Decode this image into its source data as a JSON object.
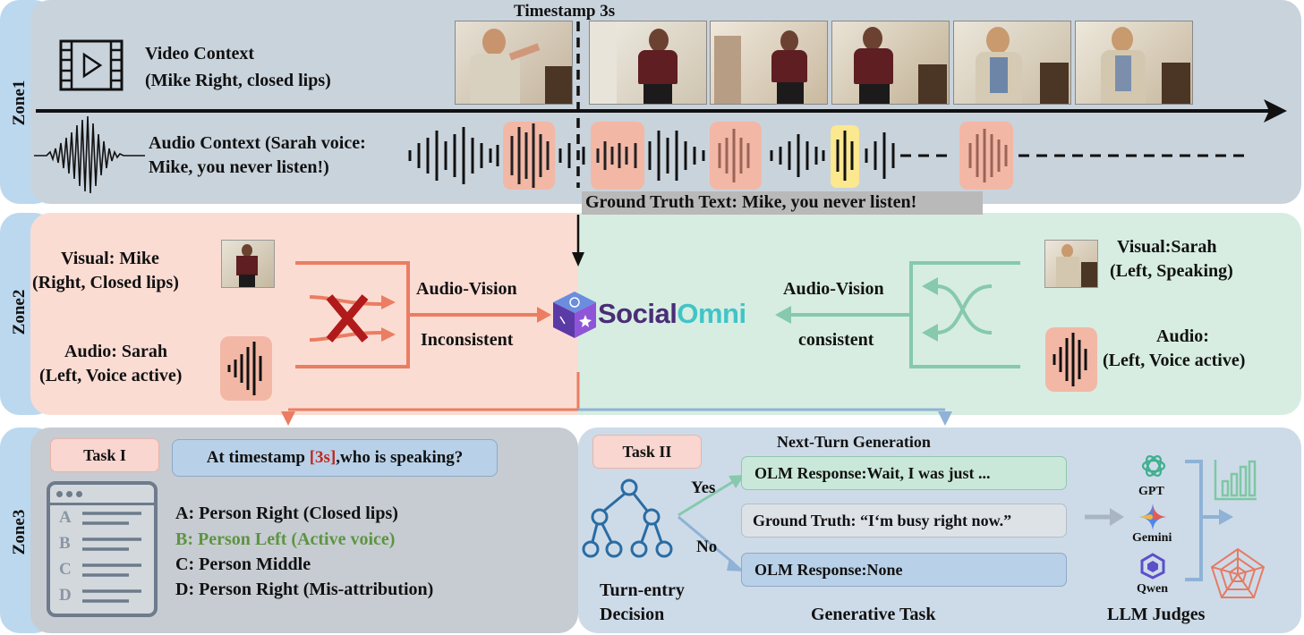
{
  "zone1": {
    "label": "Zone1",
    "timestamp_label": "Timestamp 3s",
    "video_context_title": "Video Context",
    "video_context_detail": "(Mike Right, closed lips)",
    "audio_context_line1": "Audio Context (Sarah voice:",
    "audio_context_line2": "Mike, you never listen!)",
    "ground_truth_text": "Ground Truth Text: Mike, you never listen!"
  },
  "zone2": {
    "label": "Zone2",
    "left_visual_line1": "Visual: Mike",
    "left_visual_line2": "(Right, Closed lips)",
    "left_audio_line1": "Audio: Sarah",
    "left_audio_line2": "(Left, Voice active)",
    "inconsistent_line1": "Audio-Vision",
    "inconsistent_line2": "Inconsistent",
    "logo_part1": "Social",
    "logo_part2": "Omni",
    "consistent_line1": "Audio-Vision",
    "consistent_line2": "consistent",
    "right_visual_line1": "Visual:Sarah",
    "right_visual_line2": "(Left, Speaking)",
    "right_audio_line1": "Audio:",
    "right_audio_line2": "(Left, Voice active)"
  },
  "zone3": {
    "label": "Zone3",
    "task1": {
      "badge": "Task I",
      "question_prefix": "At timestamp ",
      "question_highlight": "[3s]",
      "question_suffix": ",who is speaking?",
      "list_letters": [
        "A",
        "B",
        "C",
        "D"
      ],
      "options": [
        "A: Person Right (Closed lips)",
        "B: Person Left (Active voice)",
        "C: Person Middle",
        "D: Person Right (Mis-attribution)"
      ]
    },
    "task2": {
      "badge": "Task II",
      "next_turn_title": "Next-Turn Generation",
      "yes_label": "Yes",
      "no_label": "No",
      "olm_response_yes": "OLM Response:Wait, I was just ...",
      "ground_truth": "Ground Truth: “I‘m busy right now.”",
      "olm_response_no": "OLM Response:None",
      "turn_entry_line1": "Turn-entry",
      "turn_entry_line2": "Decision",
      "generative_task": "Generative Task",
      "judges": [
        "GPT",
        "Gemini",
        "Qwen"
      ],
      "llm_judges": "LLM Judges"
    }
  },
  "colors": {
    "zone1_bg": "#c9d3dc",
    "zone2_left_bg": "#fbdcd3",
    "zone2_right_bg": "#d7ede1",
    "zone3_left_bg": "#c6ccd2",
    "zone3_right_bg": "#cddbe8",
    "correct_option": "#5e9440",
    "highlight_red": "#c0281e",
    "audio_pink": "#f3b7a5",
    "audio_yellow": "#fbe88f",
    "orange_line": "#eb7d62",
    "green_line": "#86c9ad",
    "blue_line": "#8fb2d6",
    "logo_purple": "#4a2d77",
    "logo_teal": "#41c4c7"
  }
}
